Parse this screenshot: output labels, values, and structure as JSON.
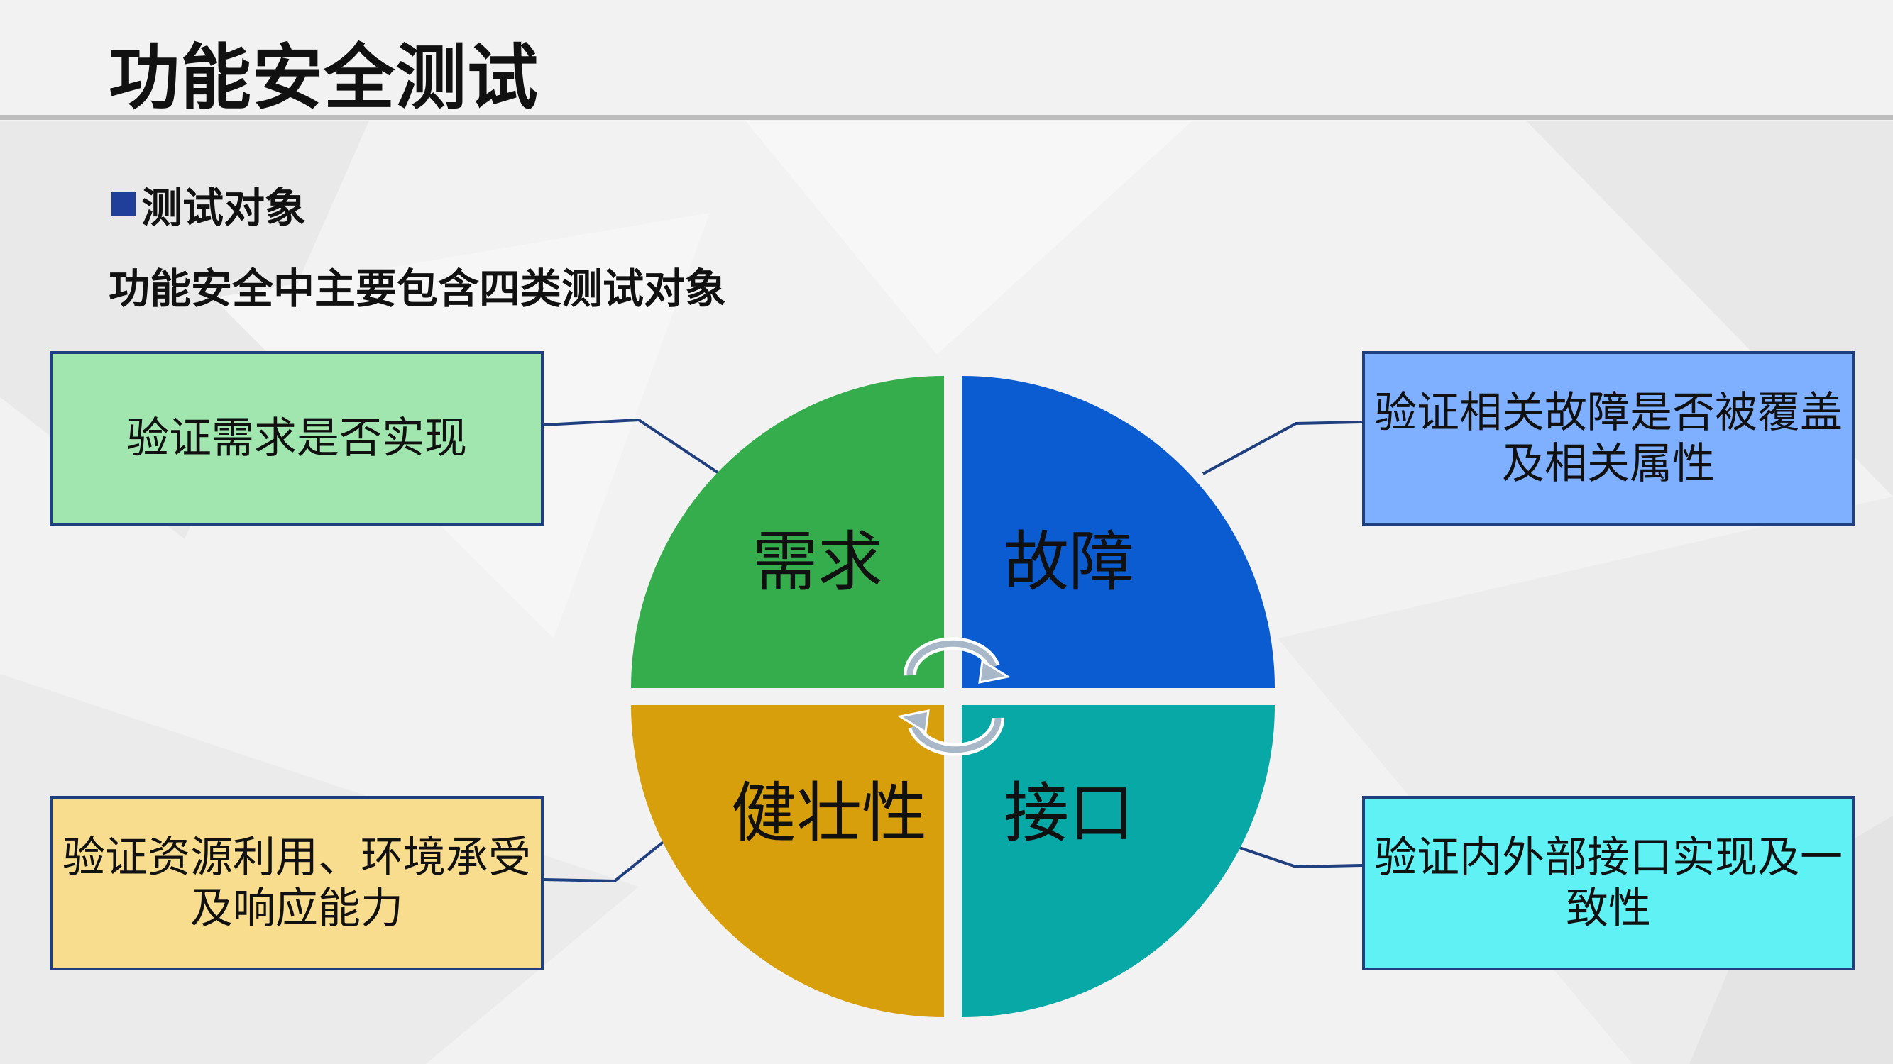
{
  "slide": {
    "title": "功能安全测试",
    "section_heading": "测试对象",
    "subtitle": "功能安全中主要包含四类测试对象"
  },
  "quadrants": [
    {
      "id": "requirement",
      "label": "需求",
      "color": "#35ad4d"
    },
    {
      "id": "fault",
      "label": "故障",
      "color": "#0b5cd0"
    },
    {
      "id": "robustness",
      "label": "健壮性",
      "color": "#d89f0c"
    },
    {
      "id": "interface",
      "label": "接口",
      "color": "#08a8a6"
    }
  ],
  "callouts": {
    "requirement": "验证需求是否实现",
    "fault": "验证相关故障是否被覆盖及相关属性",
    "robustness": "验证资源利用、环境承受及响应能力",
    "interface": "验证内外部接口实现及一致性"
  },
  "icons": {
    "bullet": "square-bullet-icon",
    "cycle": "cycle-arrows-icon"
  },
  "colors": {
    "title_rule": "#bdbdbd",
    "bullet": "#1f3f9a",
    "box_border": "#1f3f7f",
    "connector": "#1f3f7f"
  }
}
